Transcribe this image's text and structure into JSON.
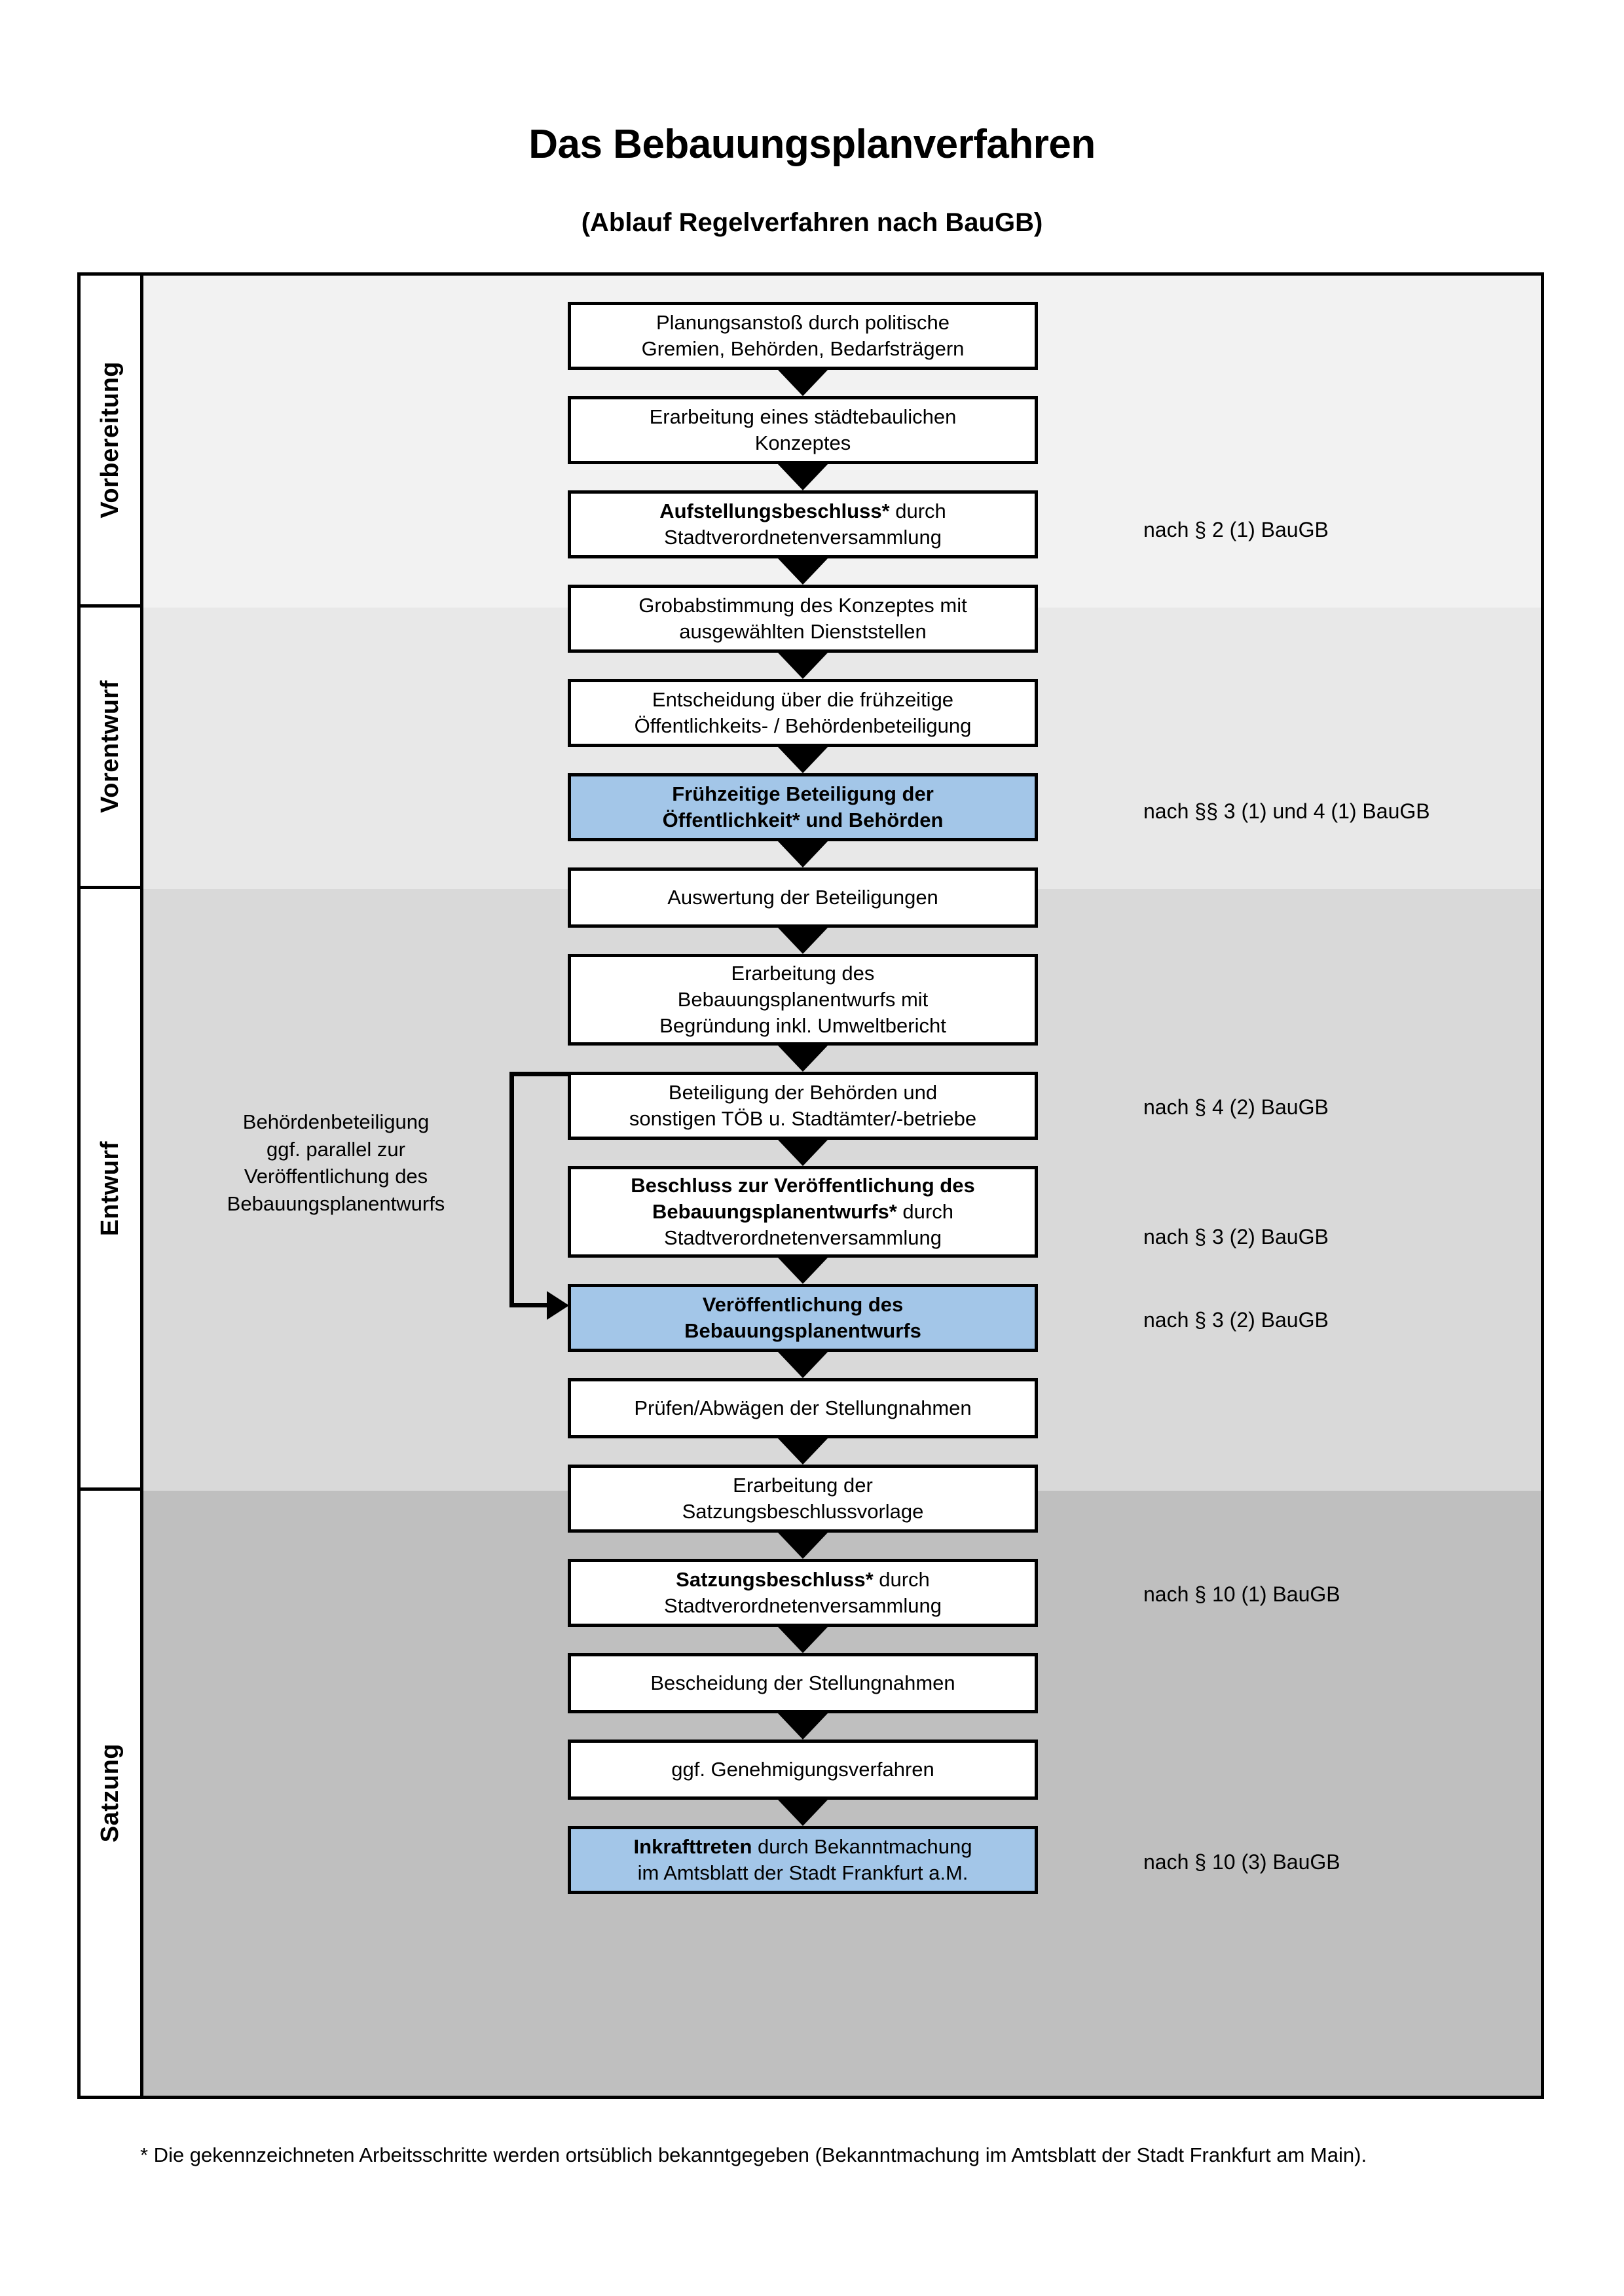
{
  "header": {
    "title": "Das Bebauungsplanverfahren",
    "subtitle": "(Ablauf Regelverfahren nach BauGB)"
  },
  "colors": {
    "highlight_blue": "#A3C6E8",
    "band_vorbereitung": "#F2F2F2",
    "band_vorentwurf": "#E8E8E8",
    "band_entwurf": "#D9D9D9",
    "band_satzung": "#BFBFBF",
    "border": "#000000"
  },
  "phases": [
    {
      "label": "Vorbereitung"
    },
    {
      "label": "Vorentwurf"
    },
    {
      "label": "Entwurf"
    },
    {
      "label": "Satzung"
    }
  ],
  "steps": [
    {
      "id": "planungsanstoss",
      "phase": "Vorbereitung",
      "highlight": false,
      "lines": [
        "Planungsanstoß durch politische",
        "Gremien, Behörden, Bedarfsträgern"
      ],
      "bold_prefix": ""
    },
    {
      "id": "konzept",
      "phase": "Vorbereitung",
      "highlight": false,
      "lines": [
        "Erarbeitung eines städtebaulichen",
        "Konzeptes"
      ],
      "bold_prefix": ""
    },
    {
      "id": "aufstellungsbeschluss",
      "phase": "Vorbereitung",
      "highlight": false,
      "lines": [
        "Aufstellungsbeschluss* durch",
        "Stadtverordnetenversammlung"
      ],
      "bold_prefix": "Aufstellungsbeschluss*"
    },
    {
      "id": "grobabstimmung",
      "phase": "Vorentwurf",
      "highlight": false,
      "lines": [
        "Grobabstimmung des Konzeptes mit",
        "ausgewählten Dienststellen"
      ],
      "bold_prefix": ""
    },
    {
      "id": "entscheidung-beteiligung",
      "phase": "Vorentwurf",
      "highlight": false,
      "lines": [
        "Entscheidung über die frühzeitige",
        "Öffentlichkeits- / Behördenbeteiligung"
      ],
      "bold_prefix": ""
    },
    {
      "id": "fruehzeitige-beteiligung",
      "phase": "Vorentwurf",
      "highlight": true,
      "lines": [
        "Frühzeitige Beteiligung der",
        "Öffentlichkeit* und Behörden"
      ],
      "bold_prefix": "ALL"
    },
    {
      "id": "auswertung",
      "phase": "Entwurf",
      "highlight": false,
      "lines": [
        "Auswertung der Beteiligungen"
      ],
      "bold_prefix": ""
    },
    {
      "id": "erarbeitung-entwurf",
      "phase": "Entwurf",
      "highlight": false,
      "lines": [
        "Erarbeitung des",
        "Bebauungsplanentwurfs mit",
        "Begründung inkl. Umweltbericht"
      ],
      "bold_prefix": ""
    },
    {
      "id": "beteiligung-behoerden",
      "phase": "Entwurf",
      "highlight": false,
      "lines": [
        "Beteiligung der Behörden und",
        "sonstigen TÖB u. Stadtämter/-betriebe"
      ],
      "bold_prefix": ""
    },
    {
      "id": "beschluss-veroeffentlichung",
      "phase": "Entwurf",
      "highlight": false,
      "lines": [
        "Beschluss zur Veröffentlichung des",
        "Bebauungsplanentwurfs* durch",
        "Stadtverordnetenversammlung"
      ],
      "bold_prefix": "Beschluss zur Veröffentlichung des Bebauungsplanentwurfs*"
    },
    {
      "id": "veroeffentlichung",
      "phase": "Entwurf",
      "highlight": true,
      "lines": [
        "Veröffentlichung des",
        "Bebauungsplanentwurfs"
      ],
      "bold_prefix": "ALL"
    },
    {
      "id": "pruefen-abwaegen",
      "phase": "Satzung",
      "highlight": false,
      "lines": [
        "Prüfen/Abwägen der Stellungnahmen"
      ],
      "bold_prefix": ""
    },
    {
      "id": "satzungsbeschlussvorlage",
      "phase": "Satzung",
      "highlight": false,
      "lines": [
        "Erarbeitung der",
        "Satzungsbeschlussvorlage"
      ],
      "bold_prefix": ""
    },
    {
      "id": "satzungsbeschluss",
      "phase": "Satzung",
      "highlight": false,
      "lines": [
        "Satzungsbeschluss* durch",
        "Stadtverordnetenversammlung"
      ],
      "bold_prefix": "Satzungsbeschluss*"
    },
    {
      "id": "bescheidung",
      "phase": "Satzung",
      "highlight": false,
      "lines": [
        "Bescheidung der Stellungnahmen"
      ],
      "bold_prefix": ""
    },
    {
      "id": "genehmigungsverfahren",
      "phase": "Satzung",
      "highlight": false,
      "lines": [
        "ggf. Genehmigungsverfahren"
      ],
      "bold_prefix": ""
    },
    {
      "id": "inkrafttreten",
      "phase": "Satzung",
      "highlight": true,
      "lines": [
        "Inkrafttreten durch Bekanntmachung",
        "im Amtsblatt der Stadt Frankfurt a.M."
      ],
      "bold_prefix": "Inkrafttreten"
    }
  ],
  "step_text": {
    "planungsanstoss_l1": "Planungsanstoß durch politische",
    "planungsanstoss_l2": "Gremien, Behörden, Bedarfsträgern",
    "konzept_l1": "Erarbeitung eines städtebaulichen",
    "konzept_l2": "Konzeptes",
    "aufstellung_bold": "Aufstellungsbeschluss*",
    "aufstellung_rest": " durch",
    "aufstellung_l2": "Stadtverordnetenversammlung",
    "grob_l1": "Grobabstimmung des Konzeptes mit",
    "grob_l2": "ausgewählten Dienststellen",
    "entscheidung_l1": "Entscheidung über die frühzeitige",
    "entscheidung_l2": "Öffentlichkeits- / Behördenbeteiligung",
    "fruehz_l1": "Frühzeitige Beteiligung der",
    "fruehz_l2": "Öffentlichkeit* und Behörden",
    "auswertung_l1": "Auswertung der Beteiligungen",
    "erarbentw_l1": "Erarbeitung des",
    "erarbentw_l2": "Bebauungsplanentwurfs mit",
    "erarbentw_l3": "Begründung inkl. Umweltbericht",
    "betbeh_l1": "Beteiligung der Behörden und",
    "betbeh_l2": "sonstigen TÖB u. Stadtämter/-betriebe",
    "beschlveroeff_bold1": "Beschluss zur Veröffentlichung des",
    "beschlveroeff_bold2": "Bebauungsplanentwurfs*",
    "beschlveroeff_rest": " durch",
    "beschlveroeff_l3": "Stadtverordnetenversammlung",
    "veroeff_l1": "Veröffentlichung des",
    "veroeff_l2": "Bebauungsplanentwurfs",
    "pruefen_l1": "Prüfen/Abwägen der Stellungnahmen",
    "satzvorlage_l1": "Erarbeitung der",
    "satzvorlage_l2": "Satzungsbeschlussvorlage",
    "satzbeschl_bold": "Satzungsbeschluss*",
    "satzbeschl_rest": " durch",
    "satzbeschl_l2": "Stadtverordnetenversammlung",
    "bescheid_l1": "Bescheidung der Stellungnahmen",
    "genehm_l1": "ggf. Genehmigungsverfahren",
    "inkraft_bold": "Inkrafttreten",
    "inkraft_rest": " durch Bekanntmachung",
    "inkraft_l2": "im Amtsblatt der Stadt Frankfurt a.M."
  },
  "legal_references": [
    {
      "id": "ref-aufstellungsbeschluss",
      "text": "nach § 2 (1) BauGB"
    },
    {
      "id": "ref-fruehzeitige-beteiligung",
      "text": "nach §§ 3 (1) und 4 (1) BauGB"
    },
    {
      "id": "ref-beteiligung-behoerden",
      "text": "nach § 4 (2) BauGB"
    },
    {
      "id": "ref-beschluss-veroeffentlichung",
      "text": "nach § 3 (2) BauGB"
    },
    {
      "id": "ref-veroeffentlichung",
      "text": "nach § 3 (2) BauGB"
    },
    {
      "id": "ref-satzungsbeschluss",
      "text": "nach § 10 (1) BauGB"
    },
    {
      "id": "ref-inkrafttreten",
      "text": "nach § 10 (3) BauGB"
    }
  ],
  "sidenote": {
    "l1": "Behördenbeteiligung",
    "l2": "ggf. parallel zur",
    "l3": "Veröffentlichung des",
    "l4": "Bebauungsplanentwurfs"
  },
  "footnote": {
    "text": "* Die gekennzeichneten Arbeitsschritte werden ortsüblich bekanntgegeben (Bekanntmachung im Amtsblatt  der Stadt Frankfurt am Main)."
  }
}
